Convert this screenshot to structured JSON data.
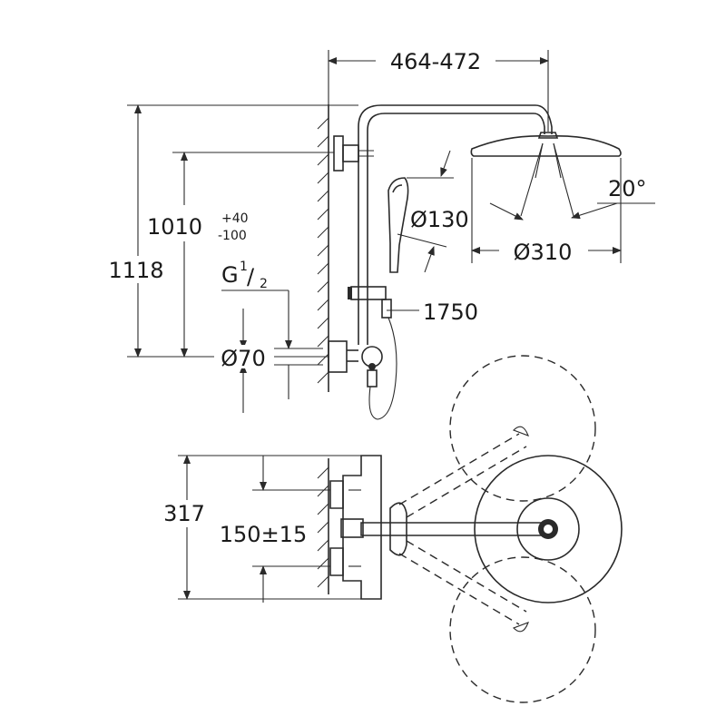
{
  "dimensions": {
    "width_range": "464-472",
    "total_height": "1118",
    "adjust_height": "1010",
    "adjust_tol_plus": "+40",
    "adjust_tol_minus": "-100",
    "thread_base": "G",
    "thread_num": "1",
    "thread_den": "2",
    "escutcheon_dia": "Ø70",
    "handshower_dia": "Ø130",
    "hose_length": "1750",
    "tilt_angle": "20°",
    "headshower_dia": "Ø310",
    "depth": "317",
    "center_distance": "150±15"
  }
}
